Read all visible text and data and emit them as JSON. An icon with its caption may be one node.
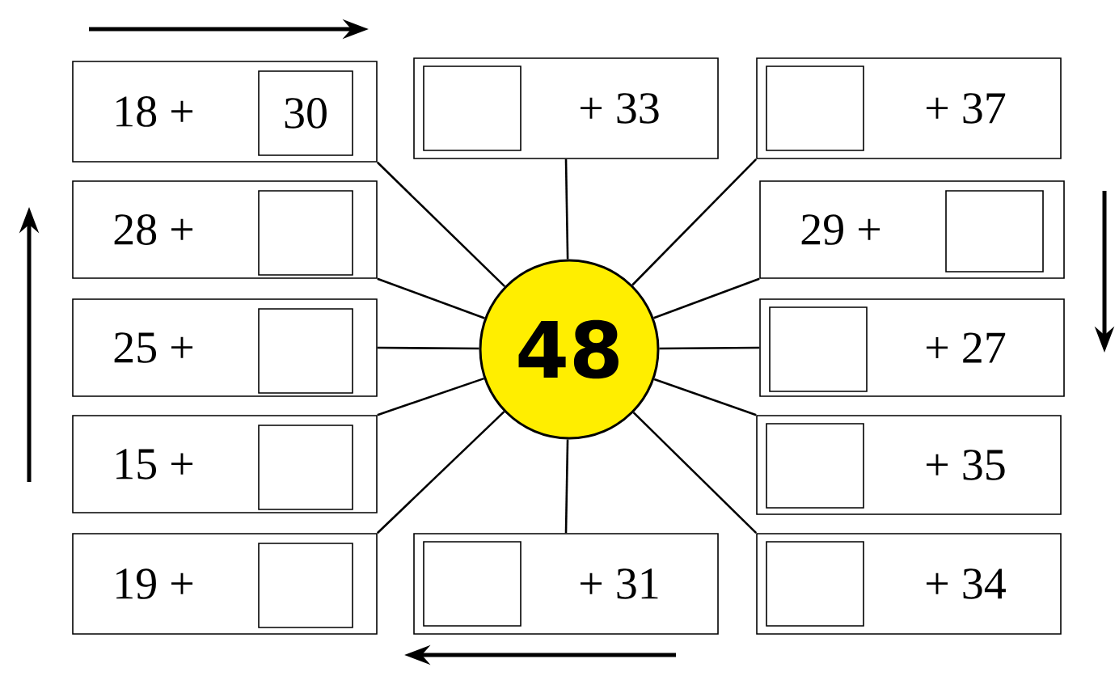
{
  "diagram": {
    "nodes": [
      {
        "text": [
          "18 +"
        ]
      },
      {
        "text": [
          "30"
        ],
        "in": 0
      },
      {
        "text": [
          "+ 33"
        ]
      },
      {
        "text": [],
        "shape": "box",
        "in": 2
      },
      {
        "text": [
          "+ 37"
        ]
      },
      {
        "text": [],
        "shape": "box",
        "in": 4
      },
      {
        "text": [
          "28 +"
        ]
      },
      {
        "text": [],
        "shape": "box",
        "in": 6
      },
      {
        "text": [
          "29 +"
        ]
      },
      {
        "text": [],
        "shape": "box",
        "in": 8
      },
      {
        "text": [
          "25 +"
        ]
      },
      {
        "text": [],
        "shape": "box",
        "in": 10
      },
      {
        "text": [
          "48"
        ]
      },
      {
        "text": [
          "+ 27"
        ]
      },
      {
        "text": [],
        "shape": "box",
        "in": 13
      },
      {
        "text": [
          "15 +"
        ]
      },
      {
        "text": [],
        "shape": "box",
        "in": 15
      },
      {
        "text": [
          "+ 35"
        ]
      },
      {
        "text": [],
        "shape": "box",
        "in": 17
      },
      {
        "text": [
          "19 +"
        ]
      },
      {
        "text": [],
        "shape": "box",
        "in": 19
      },
      {
        "text": [
          "+ 31"
        ]
      },
      {
        "text": [],
        "shape": "box",
        "in": 21
      },
      {
        "text": [
          "+ 34"
        ]
      },
      {
        "text": [],
        "shape": "box",
        "in": 23
      }
    ],
    "edges": [
      {
        "from": 12,
        "to": 0,
        "arrow": "none"
      },
      {
        "from": 12,
        "to": 2,
        "arrow": "none"
      },
      {
        "from": 12,
        "to": 4,
        "arrow": "none"
      },
      {
        "from": 12,
        "to": 6,
        "arrow": "none"
      },
      {
        "from": 12,
        "to": 8,
        "arrow": "none"
      },
      {
        "from": 12,
        "to": 10,
        "arrow": "none"
      },
      {
        "from": 12,
        "to": 13,
        "arrow": "none"
      },
      {
        "from": 12,
        "to": 15,
        "arrow": "none"
      },
      {
        "from": 12,
        "to": 17,
        "arrow": "none"
      },
      {
        "from": 12,
        "to": 19,
        "arrow": "none"
      },
      {
        "from": 12,
        "to": 21,
        "arrow": "none"
      },
      {
        "from": 12,
        "to": 23,
        "arrow": "none"
      }
    ]
  }
}
